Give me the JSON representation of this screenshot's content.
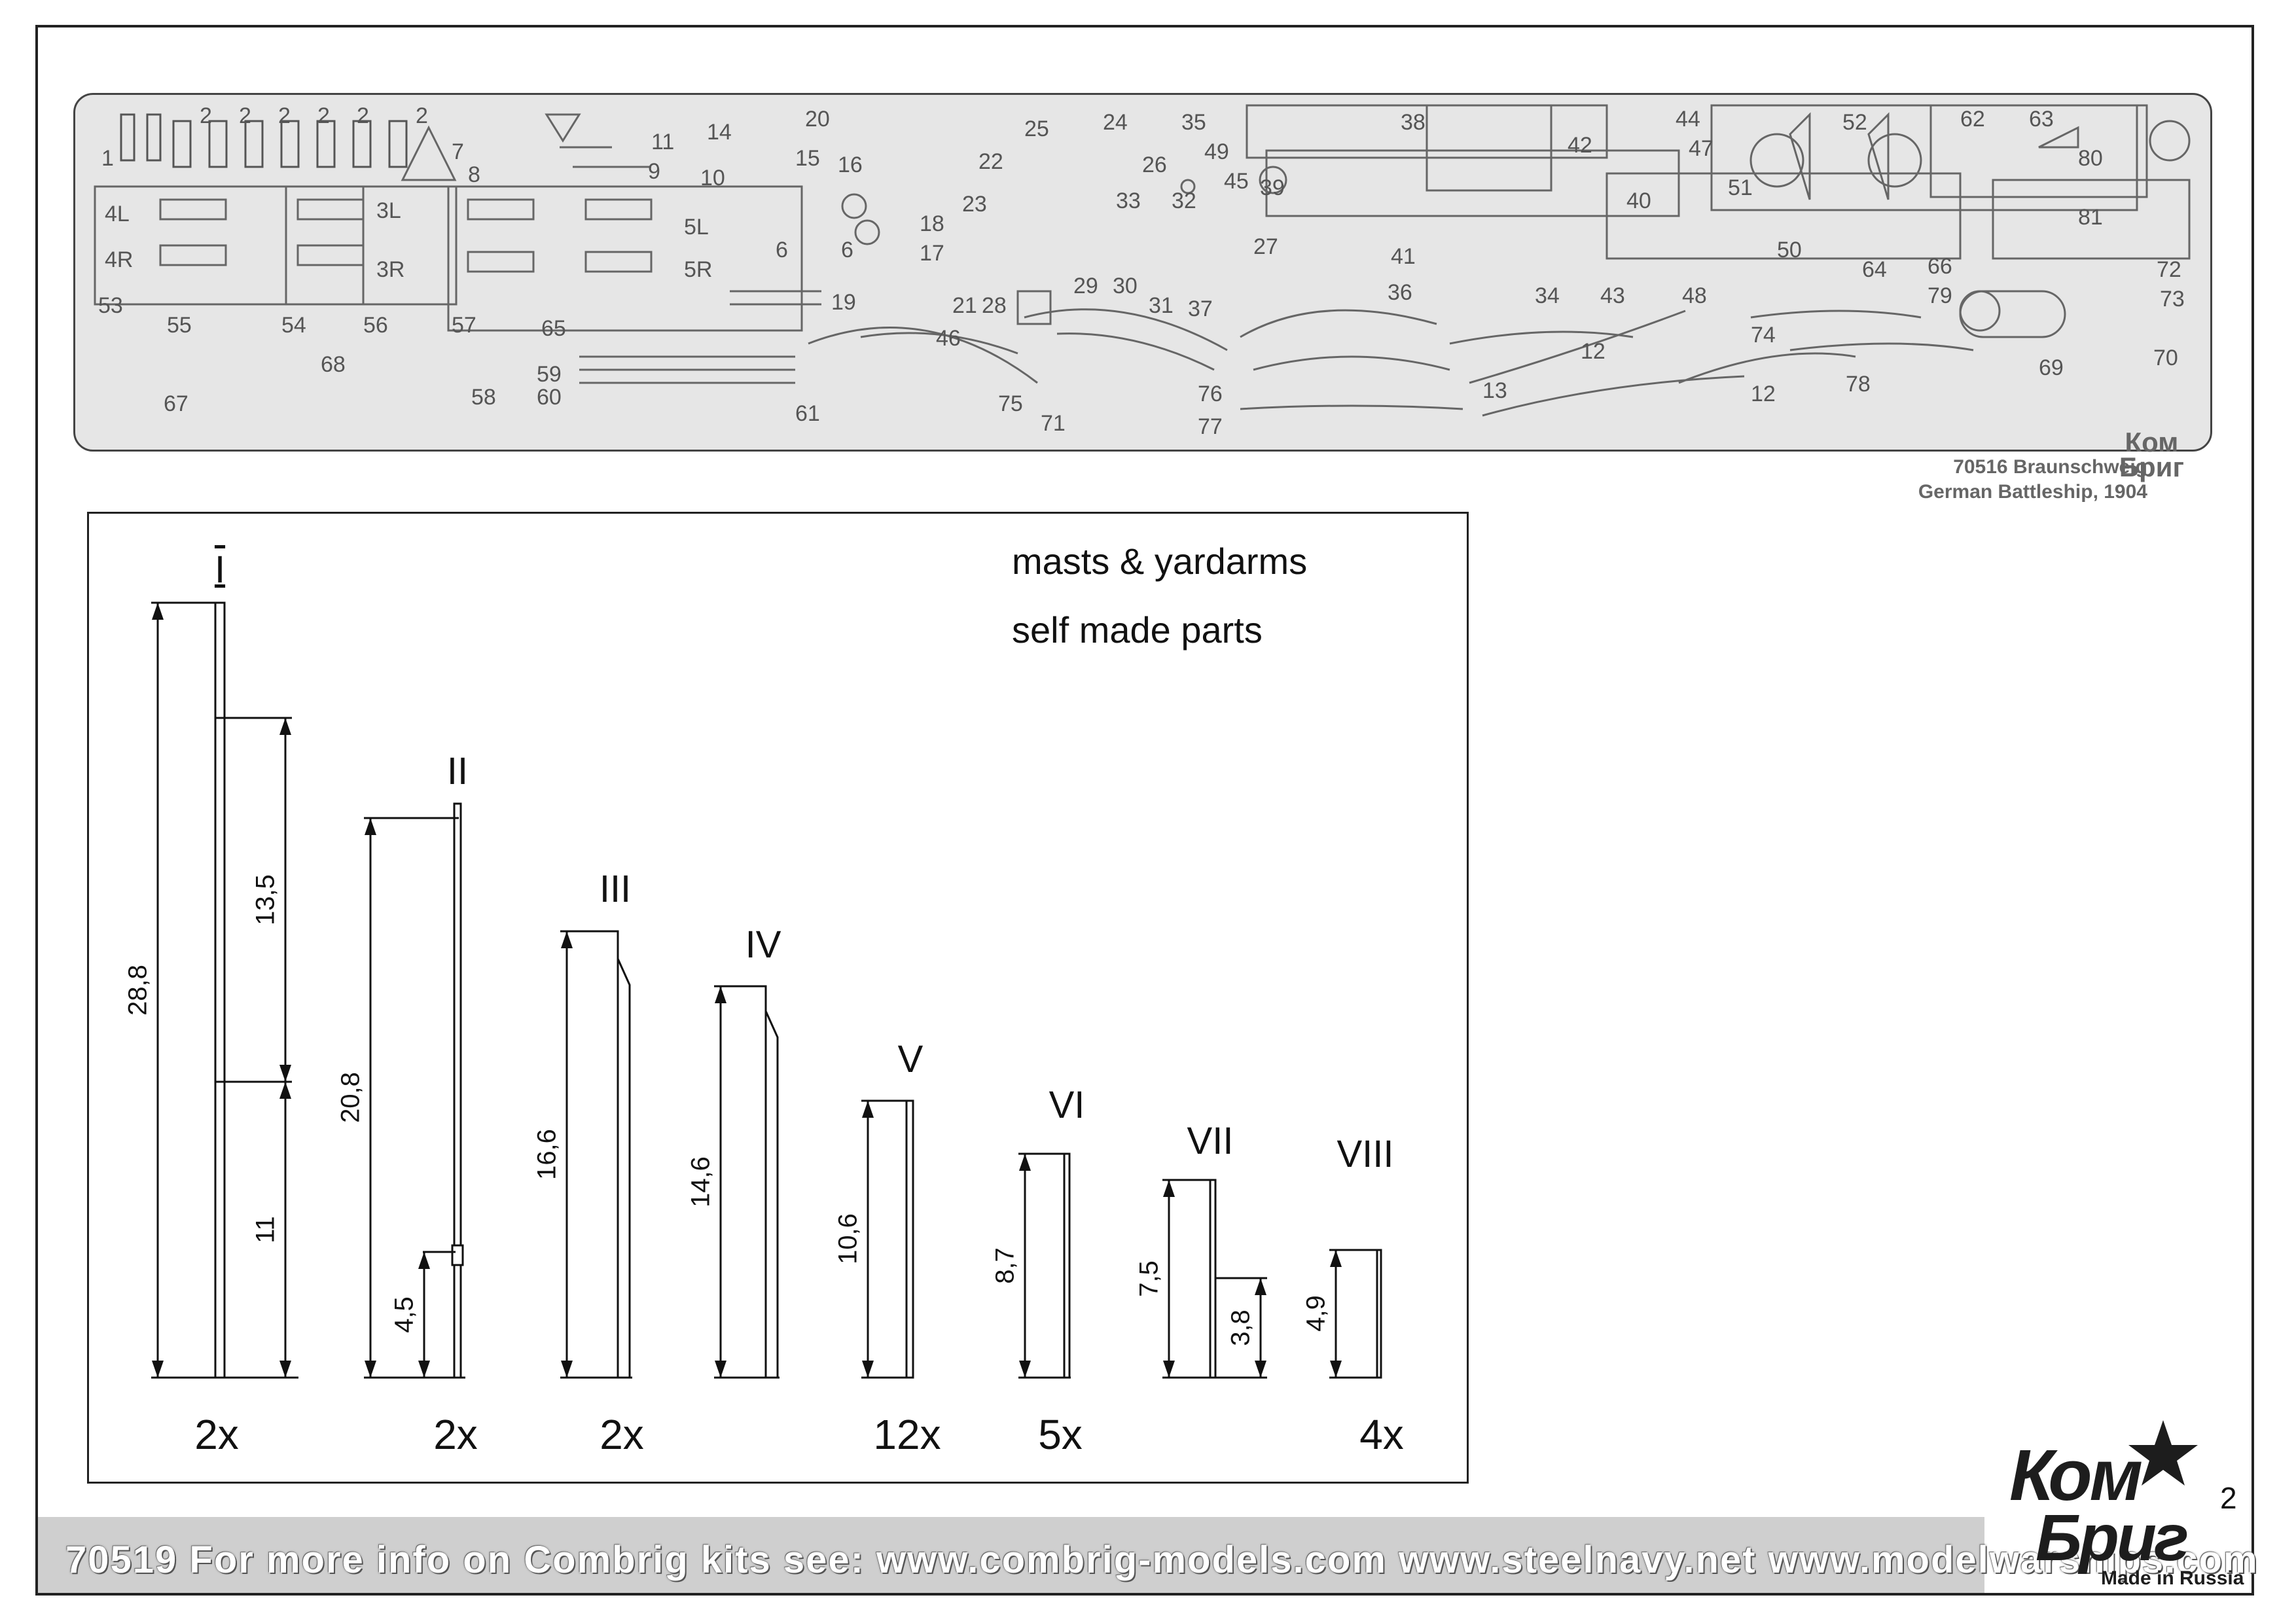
{
  "fret": {
    "title_line1": "70516 Braunschweig",
    "title_line2": "German Battleship, 1904",
    "brand_line1": "Ком",
    "brand_line2": "Бриг",
    "part_numbers": [
      "1",
      "2",
      "2",
      "2",
      "2",
      "2",
      "2",
      "7",
      "8",
      "9",
      "10",
      "11",
      "14",
      "15",
      "16",
      "20",
      "22",
      "25",
      "24",
      "35",
      "26",
      "49",
      "45",
      "38",
      "42",
      "44",
      "47",
      "18",
      "17",
      "19",
      "21",
      "28",
      "23",
      "33",
      "32",
      "27",
      "29",
      "30",
      "31",
      "37",
      "36",
      "34",
      "43",
      "48",
      "39",
      "40",
      "41",
      "50",
      "51",
      "52",
      "62",
      "63",
      "80",
      "81",
      "72",
      "64",
      "66",
      "73",
      "79",
      "4L",
      "4R",
      "3L",
      "3R",
      "5L",
      "5R",
      "6",
      "6",
      "53",
      "55",
      "54",
      "56",
      "57",
      "58",
      "59",
      "60",
      "61",
      "65",
      "67",
      "68",
      "46",
      "75",
      "71",
      "76",
      "77",
      "12",
      "13",
      "12",
      "74",
      "78",
      "69",
      "70"
    ]
  },
  "masts": {
    "heading1": "masts & yardarms",
    "heading2": "self made parts",
    "items": [
      {
        "roman": "I",
        "qty": "2x",
        "dims": [
          "28,8",
          "13,5",
          "11"
        ]
      },
      {
        "roman": "II",
        "qty": "2x",
        "dims": [
          "20,8",
          "4,5"
        ]
      },
      {
        "roman": "III",
        "qty": "2x",
        "dims": [
          "16,6"
        ]
      },
      {
        "roman": "IV",
        "qty": "",
        "dims": [
          "14,6"
        ]
      },
      {
        "roman": "V",
        "qty": "12x",
        "dims": [
          "10,6"
        ]
      },
      {
        "roman": "VI",
        "qty": "5x",
        "dims": [
          "8,7"
        ]
      },
      {
        "roman": "VII",
        "qty": "",
        "dims": [
          "7,5",
          "3,8"
        ]
      },
      {
        "roman": "VIII",
        "qty": "4x",
        "dims": [
          "4,9"
        ]
      }
    ]
  },
  "footer": {
    "text": "70519   For more info on Combrig kits see: www.combrig-models.com www.steelnavy.net  www.modelwarships.com"
  },
  "page_number": "2",
  "brand": {
    "line1": "Ком",
    "line2": "Бриг",
    "made": "Made in Russia"
  },
  "colors": {
    "fret_bg": "#e6e6e6",
    "line": "#222222",
    "footer_bg": "#cfcfcf"
  }
}
